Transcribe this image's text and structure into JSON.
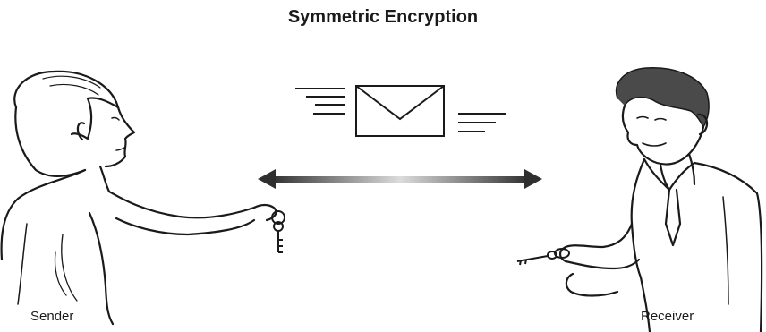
{
  "diagram": {
    "title": "Symmetric Encryption",
    "sender_label": "Sender",
    "receiver_label": "Receiver",
    "colors": {
      "ink": "#1a1a1a",
      "arrow_dark": "#2f2f2f",
      "arrow_light": "#dcdcdc"
    },
    "icons": [
      "envelope-icon",
      "key-icon",
      "double-arrow-icon"
    ]
  }
}
